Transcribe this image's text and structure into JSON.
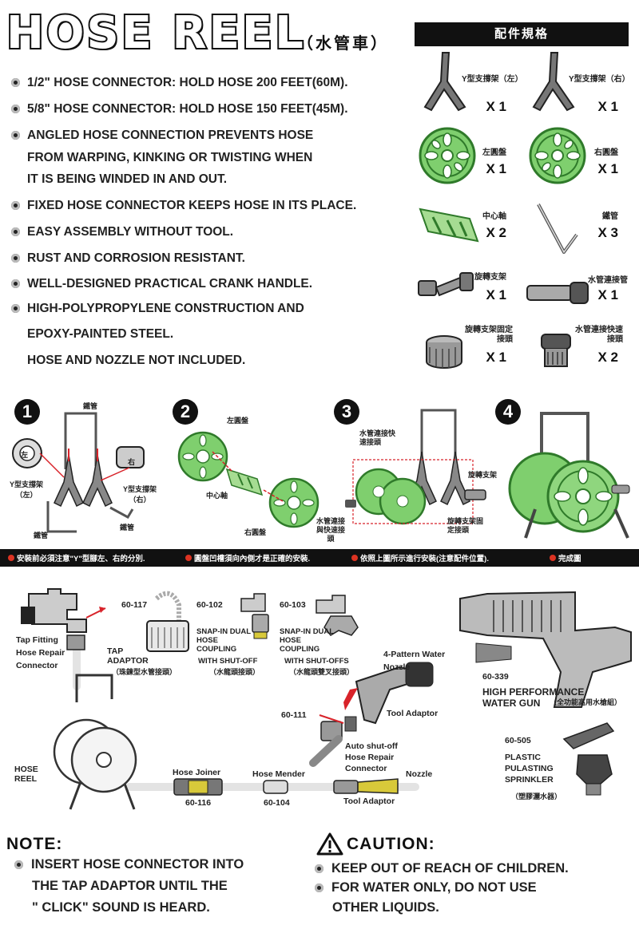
{
  "header": {
    "title": "HOSE REEL",
    "title_cn": "（水管車）",
    "parts_heading": "配件規格"
  },
  "features": [
    {
      "lines": [
        "1/2\" HOSE CONNECTOR: HOLD HOSE 200 FEET(60M)."
      ]
    },
    {
      "lines": [
        "5/8\" HOSE CONNECTOR: HOLD HOSE 150 FEET(45M)."
      ]
    },
    {
      "lines": [
        "ANGLED HOSE CONNECTION PREVENTS HOSE",
        "FROM WARPING, KINKING OR TWISTING WHEN",
        "IT IS BEING WINDED IN AND OUT."
      ]
    },
    {
      "lines": [
        "FIXED HOSE CONNECTOR KEEPS HOSE IN ITS PLACE."
      ]
    },
    {
      "lines": [
        "EASY ASSEMBLY WITHOUT TOOL."
      ]
    },
    {
      "lines": [
        "RUST AND CORROSION RESISTANT."
      ]
    },
    {
      "lines": [
        "WELL-DESIGNED PRACTICAL CRANK HANDLE."
      ]
    },
    {
      "lines": [
        "HIGH-POLYPROPYLENE CONSTRUCTION AND",
        "EPOXY-PAINTED STEEL."
      ]
    }
  ],
  "not_included": "HOSE AND NOZZLE NOT INCLUDED.",
  "parts": [
    {
      "label": "Y型支撐架（左）",
      "qty": "X 1"
    },
    {
      "label": "Y型支撐架（右）",
      "qty": "X 1"
    },
    {
      "label": "左圓盤",
      "qty": "X 1"
    },
    {
      "label": "右圓盤",
      "qty": "X 1"
    },
    {
      "label": "中心軸",
      "qty": "X 2"
    },
    {
      "label": "鐵管",
      "qty": "X 3"
    },
    {
      "label": "旋轉支架",
      "qty": "X 1"
    },
    {
      "label": "水管連接管",
      "qty": "X 1"
    },
    {
      "label": "旋轉支架固定接頭",
      "qty": "X 1"
    },
    {
      "label": "水管連接快速接頭",
      "qty": "X 2"
    }
  ],
  "steps": {
    "numbers": [
      "1",
      "2",
      "3",
      "4"
    ],
    "labels": {
      "s1_pipe_top": "鐵管",
      "s1_left": "Y型支撐架（左）",
      "s1_right": "Y型支撐架（右）",
      "s1_pipe_bl": "鐵管",
      "s1_pipe_br": "鐵管",
      "s1_left_mark": "左",
      "s1_right_mark": "右",
      "s2_left_disc": "左圓盤",
      "s2_axle": "中心軸",
      "s2_right_disc": "右圓盤",
      "s3_quick": "水管連接快速接頭",
      "s3_joint": "水管連接與快速接頭",
      "s3_bracket": "旋轉支架",
      "s3_fixed": "旋轉支架固定接頭"
    },
    "notes": [
      "安裝前必須注意\"Y\"型腳左、右的分別.",
      "圓盤凹槽須向內側才是正確的安裝.",
      "依照上圖所示進行安裝(注意配件位置).",
      "完成圖"
    ]
  },
  "accessories": {
    "tap_fitting": "Tap Fitting Hose Repair Connector",
    "tap_adaptor_code": "60-117",
    "tap_adaptor": "TAP ADAPTOR",
    "tap_adaptor_cn": "（珠鍊型水管接頭）",
    "coupling1_code": "60-102",
    "coupling1": "SNAP-IN DUAL HOSE COUPLING",
    "coupling1_sub": "WITH SHUT-OFF",
    "coupling1_cn": "（水龍頭接頭）",
    "coupling2_code": "60-103",
    "coupling2": "SNAP-IN DUAL HOSE COUPLING",
    "coupling2_sub": "WITH SHUT-OFFS",
    "coupling2_cn": "（水龍頭雙叉接頭）",
    "nozzle4": "4-Pattern Water Nozzle",
    "tool_adaptor": "Tool Adaptor",
    "code_60_111": "60-111",
    "auto_shutoff": "Auto shut-off Hose Repair Connector",
    "hose_reel": "HOSE REEL",
    "hose_joiner": "Hose Joiner",
    "hose_joiner_code": "60-116",
    "hose_mender": "Hose Mender",
    "hose_mender_code": "60-104",
    "tool_adaptor2": "Tool Adaptor",
    "nozzle": "Nozzle",
    "water_gun_code": "60-339",
    "water_gun": "HIGH PERFORMANCE WATER GUN",
    "water_gun_cn": "（全功能高用水槍組）",
    "sprinkler_code": "60-505",
    "sprinkler": "PLASTIC PULASTING SPRINKLER",
    "sprinkler_cn": "（塑膠灑水器）"
  },
  "note": {
    "heading": "NOTE:",
    "items": [
      "INSERT HOSE CONNECTOR INTO",
      "THE TAP ADAPTOR  UNTIL THE",
      "\" CLICK\" SOUND IS HEARD."
    ]
  },
  "caution": {
    "heading": "CAUTION:",
    "items": [
      "KEEP OUT OF REACH OF CHILDREN.",
      "FOR WATER ONLY, DO NOT USE",
      "OTHER LIQUIDS."
    ]
  },
  "colors": {
    "green": "#7fcf6e",
    "dark_green": "#2f7a2a",
    "accent_red": "#d8232a",
    "grey": "#8a8a8a"
  }
}
